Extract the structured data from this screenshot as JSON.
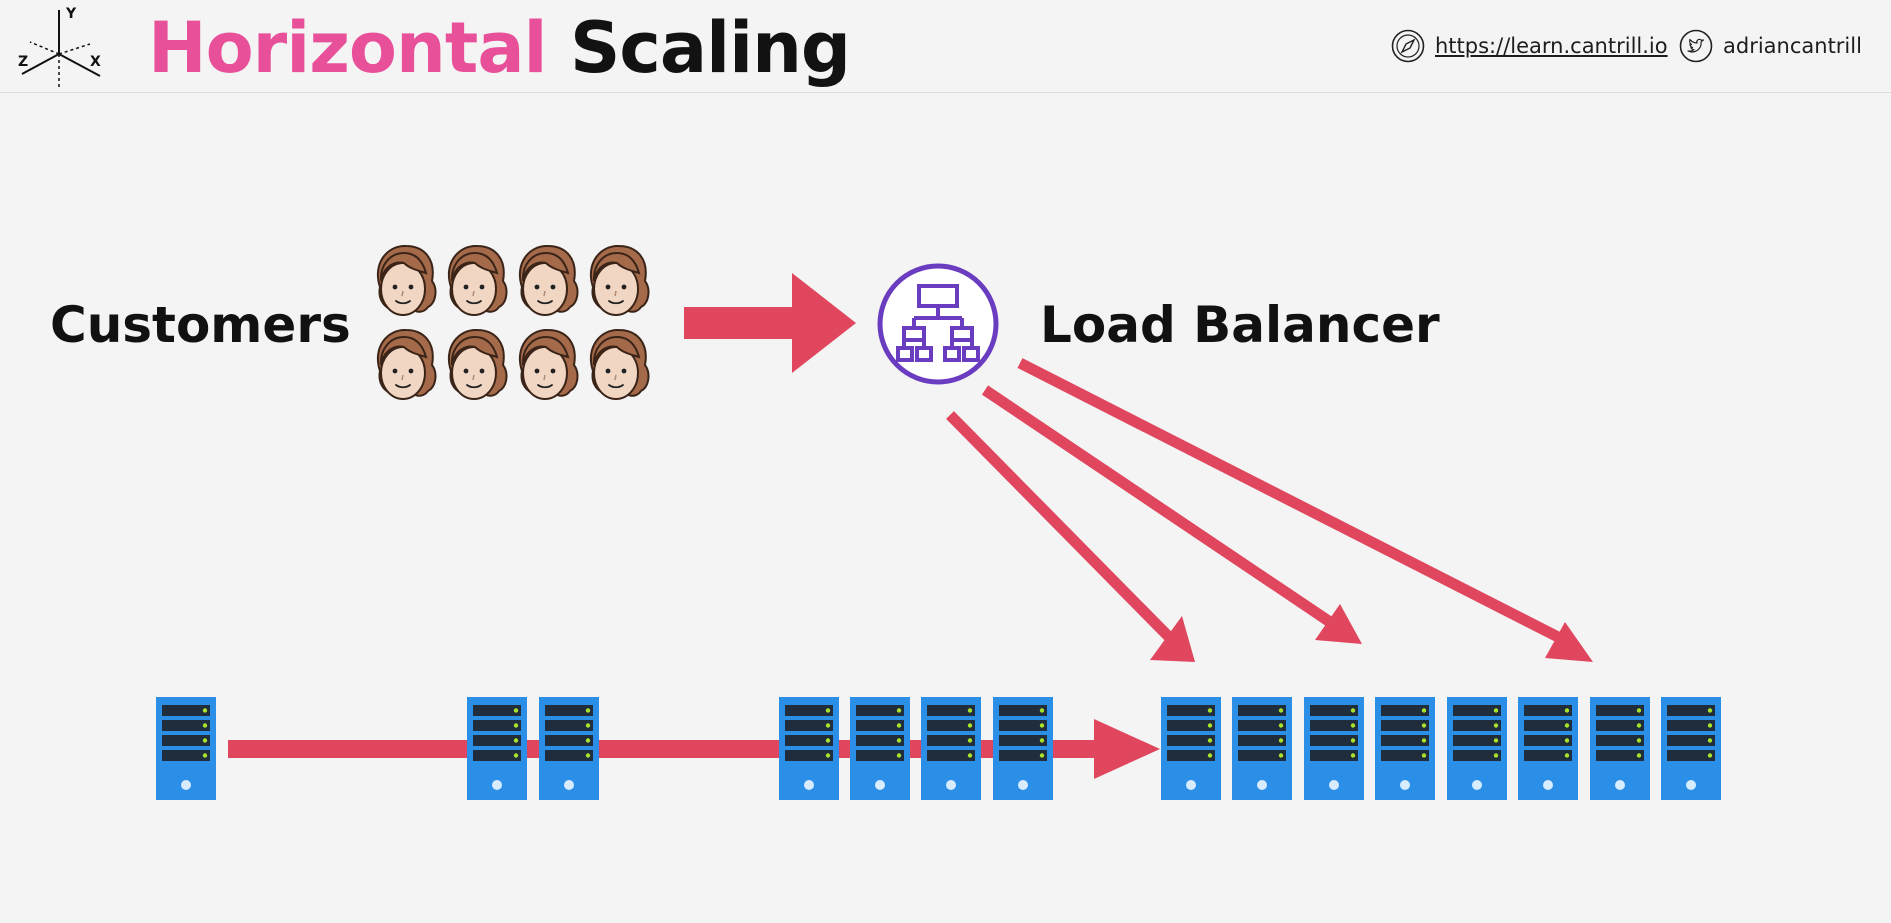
{
  "header": {
    "title_part1": "Horizontal",
    "title_part2": "Scaling",
    "website": "https://learn.cantrill.io",
    "twitter": "adriancantrill",
    "logo_axes": {
      "y": "Y",
      "z": "Z",
      "x": "X"
    },
    "compass_icon": "compass-icon",
    "twitter_icon": "twitter-bird-icon"
  },
  "diagram": {
    "customers_label": "Customers",
    "load_balancer_label": "Load Balancer",
    "customer_count": 8,
    "server_count": 15,
    "load_balancer_icon": "network-hierarchy-icon",
    "server_icon": "server-rack-icon",
    "customer_icon": "face-icon"
  },
  "colors": {
    "title_accent": "#e8519a",
    "arrow": "#e0465e",
    "load_balancer": "#6a3cc0",
    "server_body": "#2b8fe8",
    "server_slot": "#1f2d3d",
    "server_led": "#a8e32a",
    "background": "#f4f4f4"
  }
}
